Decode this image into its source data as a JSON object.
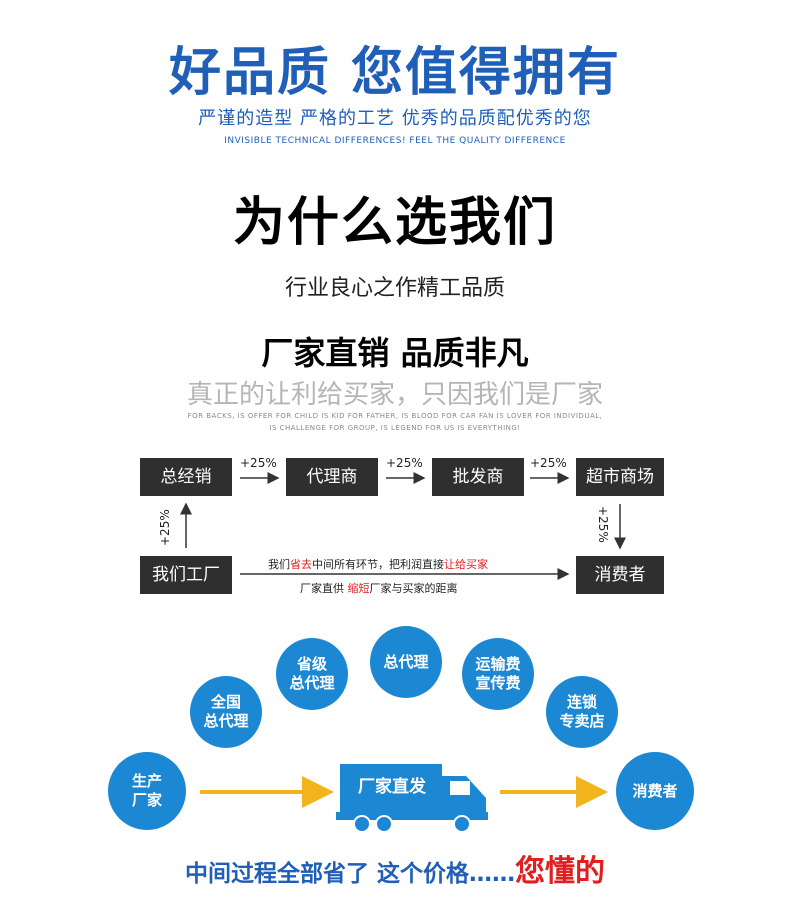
{
  "header": {
    "title": "好品质 您值得拥有",
    "subtitle": "严谨的造型 严格的工艺 优秀的品质配优秀的您",
    "english_line": "INVISIBLE TECHNICAL DIFFERENCES! FEEL THE QUALITY DIFFERENCE"
  },
  "why": {
    "title": "为什么选我们",
    "tagline": "行业良心之作精工品质"
  },
  "direct": {
    "title": "厂家直销 品质非凡",
    "subtitle": "真正的让利给买家，只因我们是厂家",
    "tiny_line1": "FOR BACKS, IS OFFER FOR CHILD IS KID FOR FATHER, IS BLOOD FOR CAR FAN IS LOVER FOR INDIVIDUAL,",
    "tiny_line2": "IS CHALLENGE FOR GROUP, IS LEGEND FOR US IS EVERYTHING!"
  },
  "chain": {
    "boxes": {
      "general_distributor": "总经销",
      "agent": "代理商",
      "wholesaler": "批发商",
      "supermarket": "超市商场",
      "factory": "我们工厂",
      "consumer": "消费者"
    },
    "markups": {
      "m1": "+25%",
      "m2": "+25%",
      "m3": "+25%",
      "m4": "+25%",
      "m5": "+25%"
    },
    "note1": {
      "part1": "我们",
      "part2": "省去",
      "part3": "中间所有环节，把利润直接",
      "part4": "让给买家"
    },
    "note2": {
      "part1": "厂家直供 ",
      "part2": "缩短",
      "part3": "厂家与买家的距离"
    }
  },
  "bubbles": {
    "producer": "生产\n厂家",
    "national": "全国\n总代理",
    "provincial": "省级\n总代理",
    "general_agent": "总代理",
    "shipping": "运输费\n宣传费",
    "chain_store": "连锁\n专卖店",
    "consumer": "消费者"
  },
  "truck": {
    "label": "厂家直发"
  },
  "bottom": {
    "text": "中间过程全部省了 这个价格……",
    "highlight": "您懂的"
  }
}
